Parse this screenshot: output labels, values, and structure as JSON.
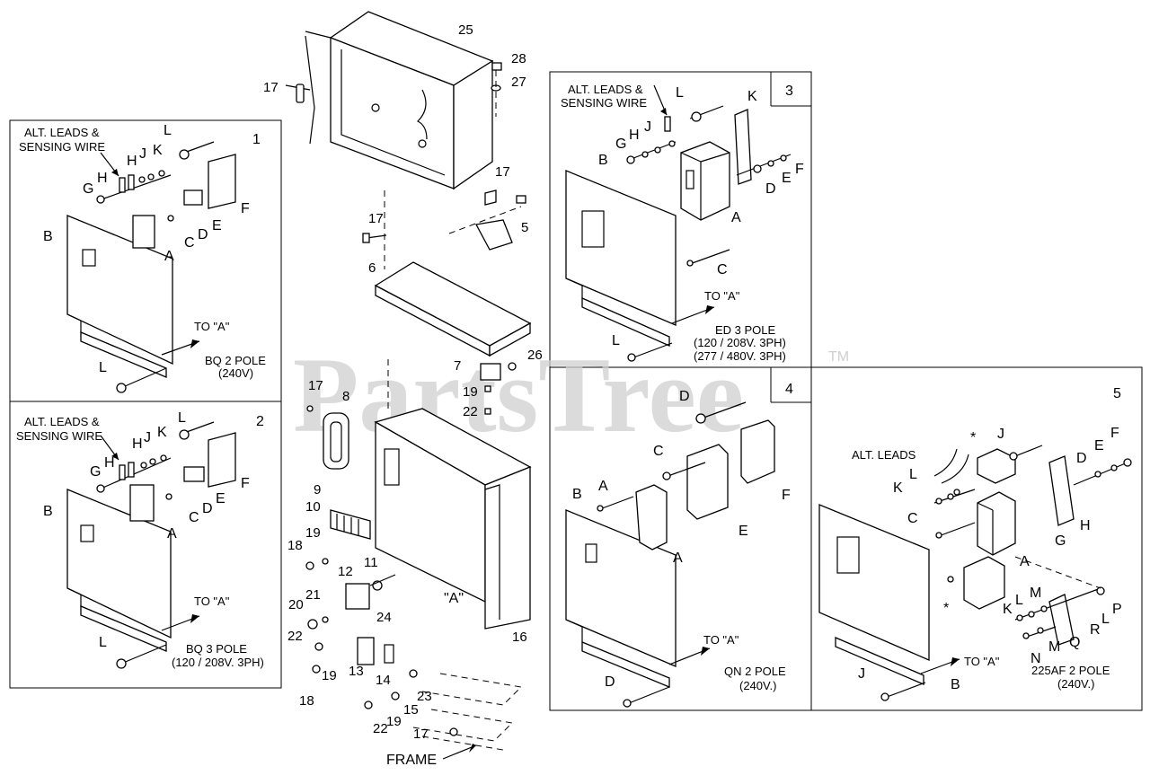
{
  "watermark": {
    "text": "PartsTree",
    "trademark": "TM"
  },
  "colors": {
    "line": "#000000",
    "watermark": "#cfcfcf",
    "background": "#ffffff"
  },
  "center": {
    "frame_label": "FRAME",
    "a_marker": "\"A\"",
    "parts": [
      "25",
      "28",
      "27",
      "17",
      "17",
      "17",
      "5",
      "6",
      "26",
      "7",
      "19",
      "22",
      "17",
      "8",
      "9",
      "10",
      "19",
      "18",
      "12",
      "11",
      "20",
      "21",
      "22",
      "24",
      "16",
      "19",
      "13",
      "14",
      "18",
      "23",
      "15",
      "22",
      "19",
      "17"
    ]
  },
  "panels": [
    {
      "index": "1",
      "alt_leads": "ALT. LEADS &",
      "sensing": "SENSING WIRE",
      "letters": [
        "L",
        "K",
        "J",
        "H",
        "H",
        "G",
        "F",
        "E",
        "D",
        "C",
        "B",
        "A",
        "L"
      ],
      "to_a": "TO \"A\"",
      "caption1": "BQ 2 POLE",
      "caption2": "(240V)"
    },
    {
      "index": "2",
      "alt_leads": "ALT. LEADS &",
      "sensing": "SENSING WIRE",
      "letters": [
        "L",
        "K",
        "J",
        "H",
        "H",
        "G",
        "F",
        "E",
        "D",
        "C",
        "B",
        "A",
        "L"
      ],
      "to_a": "TO \"A\"",
      "caption1": "BQ 3 POLE",
      "caption2": "(120 / 208V. 3PH)"
    },
    {
      "index": "3",
      "alt_leads": "ALT. LEADS &",
      "sensing": "SENSING WIRE",
      "letters": [
        "L",
        "K",
        "J",
        "H",
        "G",
        "B",
        "F",
        "E",
        "D",
        "A",
        "C",
        "L"
      ],
      "to_a": "TO \"A\"",
      "caption1": "ED 3 POLE",
      "caption2": "(120 / 208V. 3PH)",
      "caption3": "(277 / 480V. 3PH)"
    },
    {
      "index": "4",
      "letters": [
        "D",
        "C",
        "F",
        "A",
        "B",
        "E",
        "A",
        "D"
      ],
      "to_a": "TO \"A\"",
      "caption1": "QN 2 POLE",
      "caption2": "(240V.)"
    },
    {
      "index": "5",
      "alt_leads": "ALT. LEADS",
      "star": "*",
      "letters": [
        "J",
        "E",
        "F",
        "D",
        "L",
        "K",
        "C",
        "H",
        "G",
        "A",
        "M",
        "L",
        "K",
        "P",
        "R",
        "L",
        "M",
        "N",
        "Q",
        "B",
        "J"
      ],
      "to_a": "TO \"A\"",
      "caption1": "225AF 2 POLE",
      "caption2": "(240V.)"
    }
  ]
}
